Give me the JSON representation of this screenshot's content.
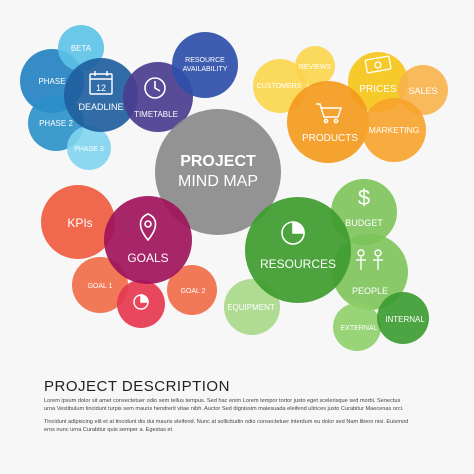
{
  "colors": {
    "blue_dark": "#1f5f9e",
    "blue_mid": "#2a8fc9",
    "blue_light": "#5bc2e7",
    "cyan_pale": "#7fd4ee",
    "navy": "#2e3f82",
    "indigo": "#4a3d8f",
    "yellow": "#f6c51a",
    "yellow_light": "#fbd54a",
    "orange": "#f39a1e",
    "orange_light": "#f7b24a",
    "gray_center": "#8a8a8a",
    "red": "#e84a3a",
    "red_orange": "#ef5b3f",
    "crimson": "#c2185b",
    "magenta": "#a0135a",
    "pink_red": "#e5384f",
    "green_dark": "#3a9a2e",
    "green_light": "#7cc35a",
    "green_pale": "#a8d88a",
    "green_mid": "#5fb04a",
    "teal_green": "#4cb59a"
  },
  "center": {
    "line1": "PROJECT",
    "line2": "MIND MAP"
  },
  "nodes": {
    "beta": "BETA",
    "phase": "PHASE",
    "phase2": "PHASE 2",
    "phase3": "PHASE 3",
    "deadline": "DEADLINE",
    "deadline_day": "12",
    "timetable": "TIMETABLE",
    "resource_line1": "RESOURCE",
    "resource_line2": "AVAILABILITY",
    "reviews": "REVIEWS",
    "customers": "CUSTOMERS",
    "prices": "PRICES",
    "sales": "SALES",
    "products": "PRODUCTS",
    "marketing": "MARKETING",
    "kpis": "KPIs",
    "goals": "GOALS",
    "goal1": "GOAL 1",
    "goal2": "GOAL 2",
    "resources": "RESOURCES",
    "budget": "BUDGET",
    "people": "PEOPLE",
    "equipment": "EQUIPMENT",
    "external": "EXTERNAL",
    "internal": "INTERNAL"
  },
  "description": {
    "title": "PROJECT DESCRIPTION",
    "p1_line1": "Lorem ipsum dolor sit amet consectetuer odio sem tellus tempus. Sed hac enim Lorem tempor tortor justo eget scelerisque sed morbi. Senectus",
    "p1_line2": "urna Vestibulum tincidunt turpis sem mauris hendrerit vitae nibh. Auctor Sed dignissim malesuada eleifend ultrices justo Curabitur Maecenas orci.",
    "p2_line1": "Tincidunt adipiscing elit et at tincidunt dis dui mauris eleifend. Nunc at sollicitudin odio consectetuer interdum eu dolor sed Nam libero nisi. Euismod",
    "p2_line2": "eros nunc urna Curabitur quis semper a. Egestas et"
  }
}
